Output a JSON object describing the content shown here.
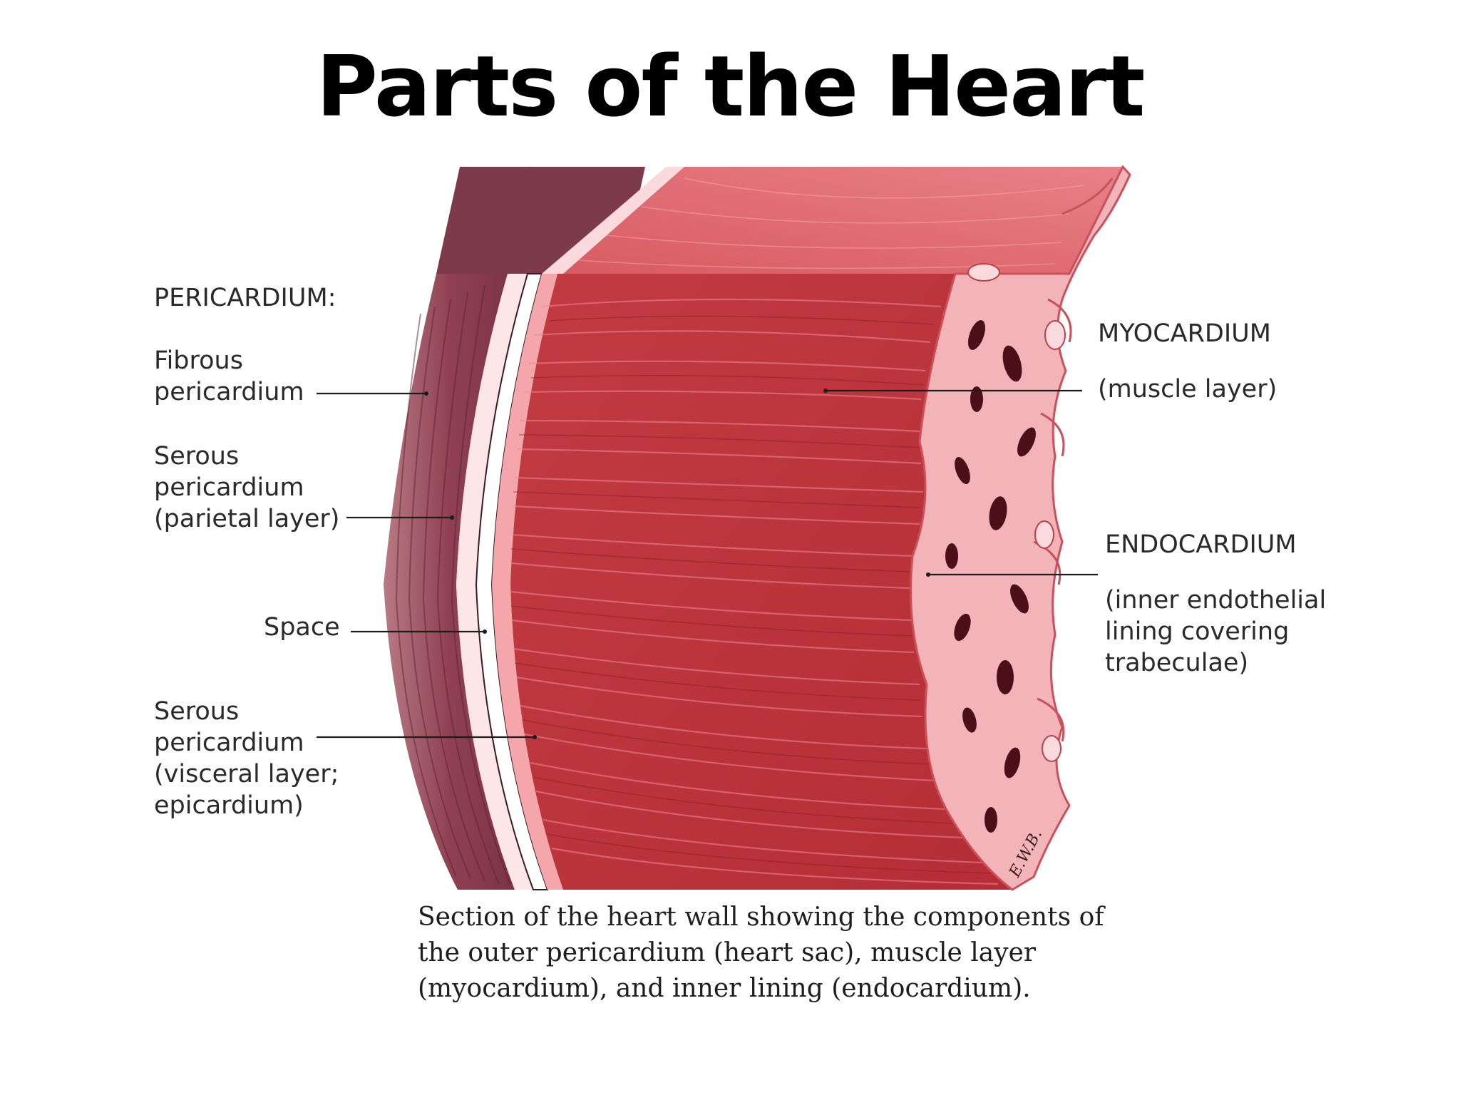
{
  "title": "Parts of the Heart",
  "labels": {
    "pericardium_header": "PERICARDIUM:",
    "fibrous": [
      "Fibrous",
      "pericardium"
    ],
    "serous_parietal": [
      "Serous",
      "pericardium",
      "(parietal layer)"
    ],
    "space": "Space",
    "serous_visceral": [
      "Serous",
      "pericardium",
      "(visceral layer;",
      "epicardium)"
    ],
    "myocardium": "MYOCARDIUM",
    "myocardium_desc": "(muscle layer)",
    "endocardium": "ENDOCARDIUM",
    "endocardium_desc": [
      "(inner endothelial",
      "lining covering",
      "trabeculae)"
    ],
    "artist_initials": "E.W.B."
  },
  "caption": [
    "Section of the heart wall showing the components of",
    "the outer pericardium (heart sac), muscle layer",
    "(myocardium), and inner lining (endocardium)."
  ],
  "colors": {
    "fibrous": "#9a4e5c",
    "space": "#fbeef0",
    "muscle": "#c0393f",
    "muscle_dark": "#a3242c",
    "muscle_light": "#ec8a90",
    "endocardium": "#f2b4b8"
  }
}
